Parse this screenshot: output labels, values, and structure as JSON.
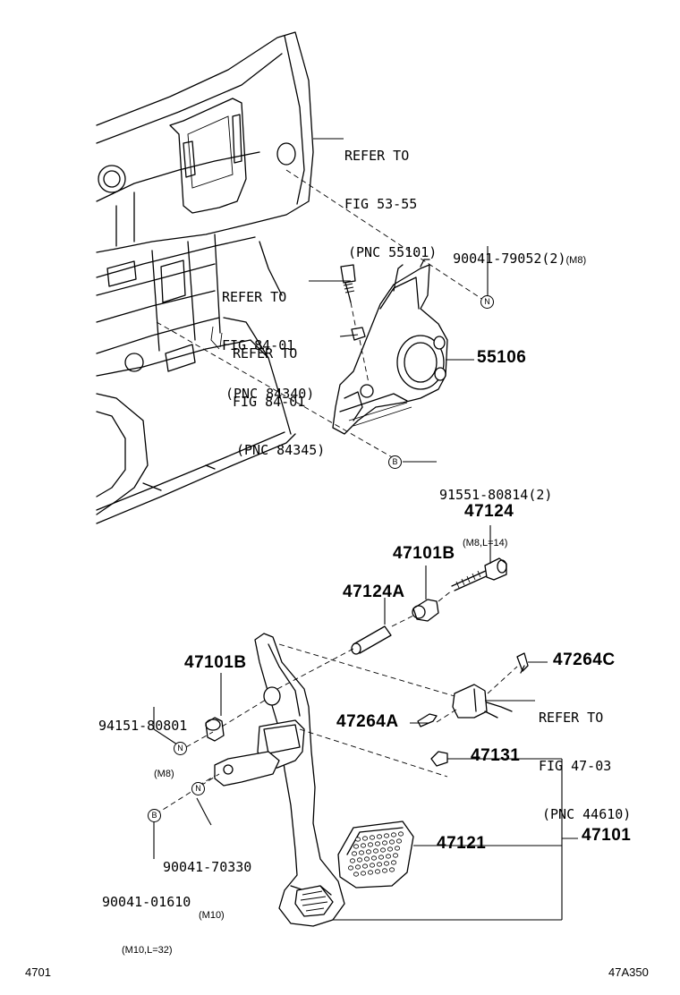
{
  "refs": {
    "fig5355": {
      "l1": "REFER TO",
      "l2": "FIG 53-55",
      "l3": "(PNC 55101)"
    },
    "fig8401a": {
      "l1": "REFER TO",
      "l2": "FIG 84-01",
      "l3": "(PNC 84340)"
    },
    "fig8401b": {
      "l1": "REFER TO",
      "l2": "FIG 84-01",
      "l3": "(PNC 84345)"
    },
    "fig4703": {
      "l1": "REFER TO",
      "l2": "FIG 47-03",
      "l3": "(PNC 44610)"
    }
  },
  "parts": {
    "p90041_79052": {
      "num": "90041-79052(2)",
      "spec": "(M8)"
    },
    "p55106": "55106",
    "p91551_80814": {
      "num": "91551-80814(2)",
      "spec": "(M8,L=14)"
    },
    "p47124": "47124",
    "p47101B_top": "47101B",
    "p47124A": "47124A",
    "p47101B_left": "47101B",
    "p94151_80801": {
      "num": "94151-80801",
      "spec": "(M8)"
    },
    "p47264C": "47264C",
    "p47264A": "47264A",
    "p47131": "47131",
    "p90041_70330": {
      "num": "90041-70330",
      "spec": "(M10)"
    },
    "p47121": "47121",
    "p47101": "47101",
    "p90041_01610": {
      "num": "90041-01610",
      "spec": "(M10,L=32)"
    }
  },
  "symbols": {
    "nut": "N",
    "bolt": "B"
  },
  "footer": {
    "left": "4701",
    "right": "47A350"
  }
}
